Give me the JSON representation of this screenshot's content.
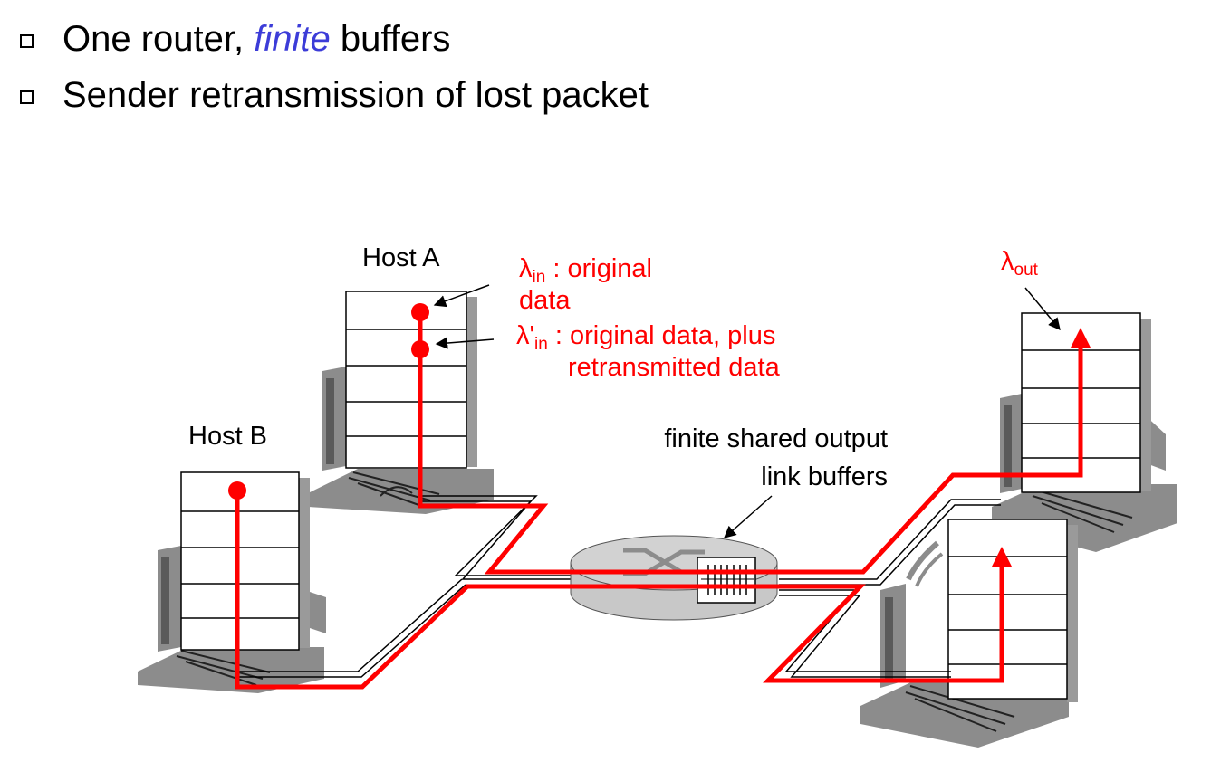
{
  "bullets": [
    {
      "before": "One router, ",
      "emph": "finite",
      "after": " buffers"
    },
    {
      "text": "Sender retransmission of lost packet"
    }
  ],
  "labels": {
    "host_a": "Host A",
    "host_b": "Host B",
    "lambda": "λ",
    "lambda_prime": "λ'",
    "sub_in": "in",
    "sub_out": "out",
    "lambda_in_text_1": " : original",
    "lambda_in_text_2": "data",
    "lambda_prime_text_1": " : original data, plus",
    "lambda_prime_text_2": "retransmitted data",
    "buffers_line_1": "finite shared output",
    "buffers_line_2": "link buffers"
  },
  "colors": {
    "flow": "#ff0000",
    "emphasis": "#3c3cd8",
    "host_shadow": "#8c8c8c",
    "router": "#c8c8c8"
  }
}
